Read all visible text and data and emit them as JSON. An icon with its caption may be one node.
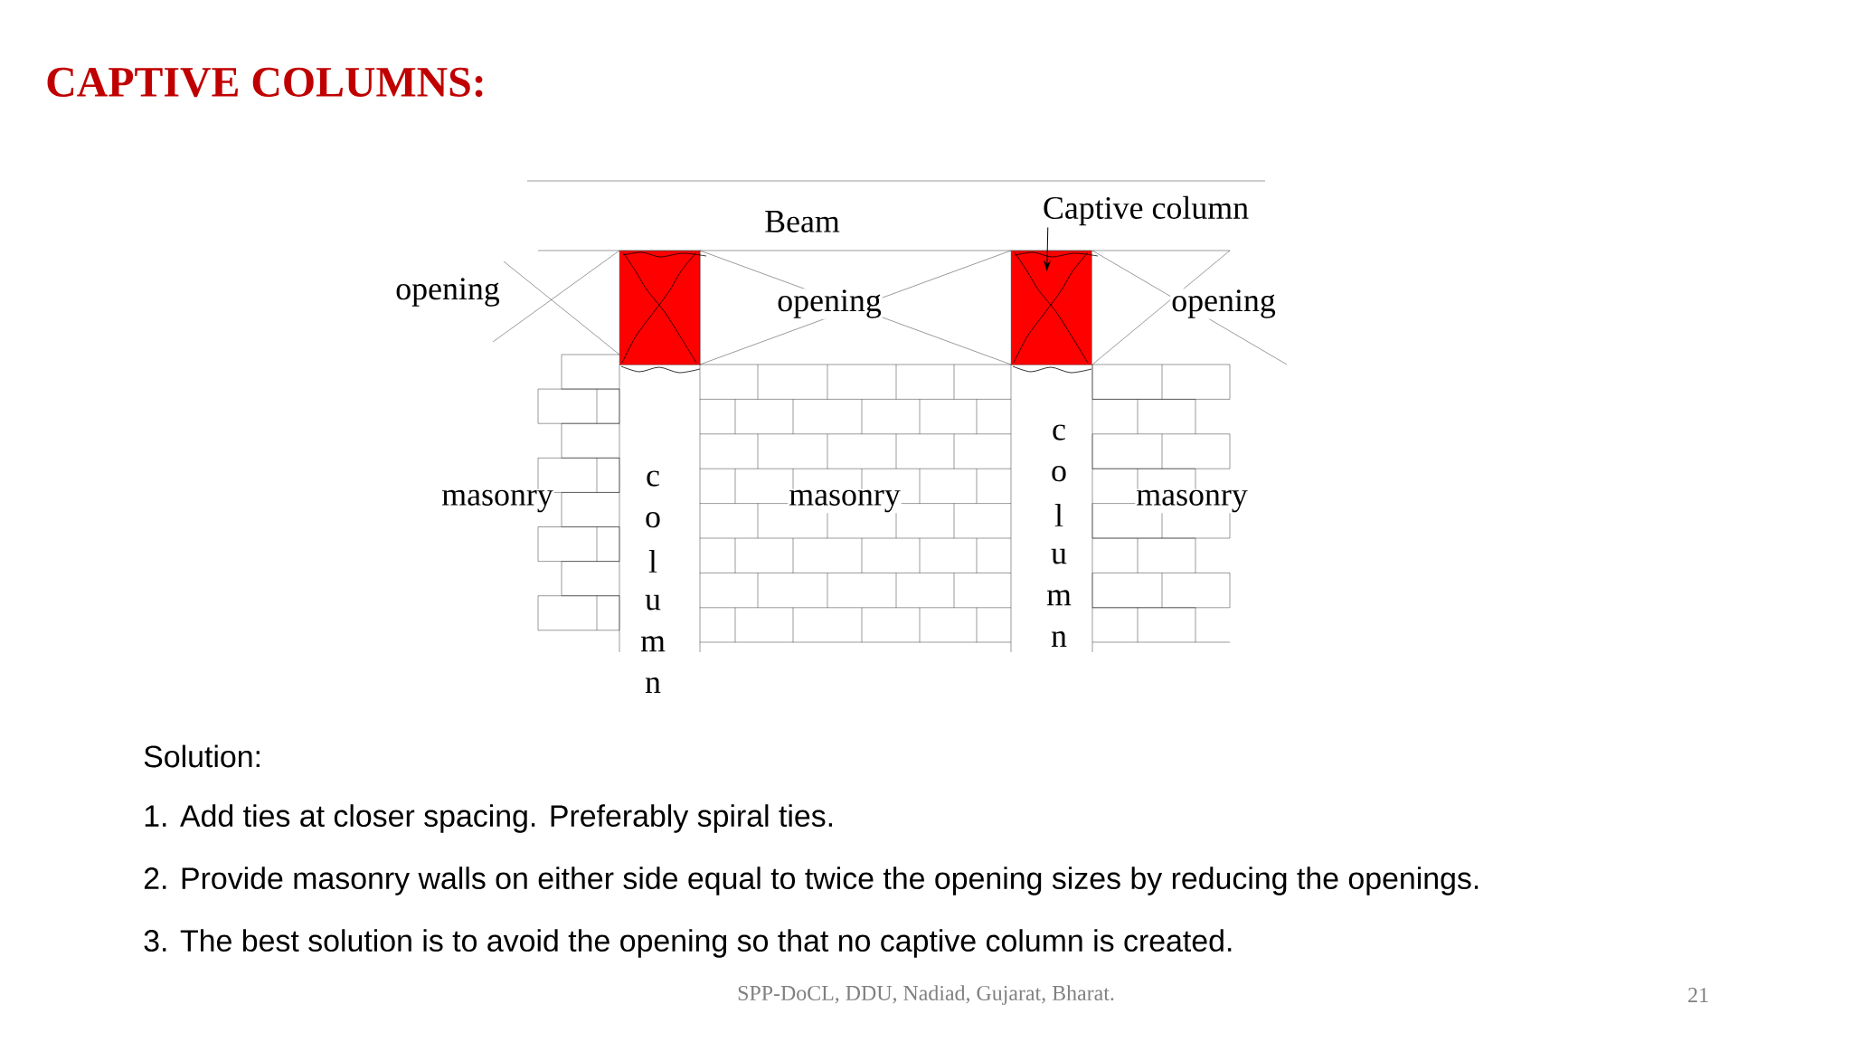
{
  "diagram": {
    "title": "CAPTIVE COLUMNS:",
    "nodes": [
      {
        "text": [],
        "shape": "box"
      },
      {
        "text": [
          "Captive column"
        ]
      },
      {
        "text": [],
        "shape": "box"
      }
    ],
    "edges": [
      {
        "from": 1,
        "to": 2,
        "arrow": "to"
      }
    ],
    "labels": [
      "Beam",
      "opening",
      "opening",
      "opening",
      "c",
      "o",
      "l",
      "u",
      "m",
      "n",
      "masonry",
      "masonry",
      "masonry",
      "c",
      "o",
      "l",
      "u",
      "m",
      "n",
      "Solution:",
      "1. Add ties at closer spacing. Preferably spiral ties.",
      "2. Provide masonry walls on either side equal to twice the opening sizes by reducing the openings.",
      "3. The best solution is to avoid the opening  so that no captive column is created.",
      "SPP-DoCL, DDU, Nadiad, Gujarat, Bharat.",
      "21"
    ]
  }
}
